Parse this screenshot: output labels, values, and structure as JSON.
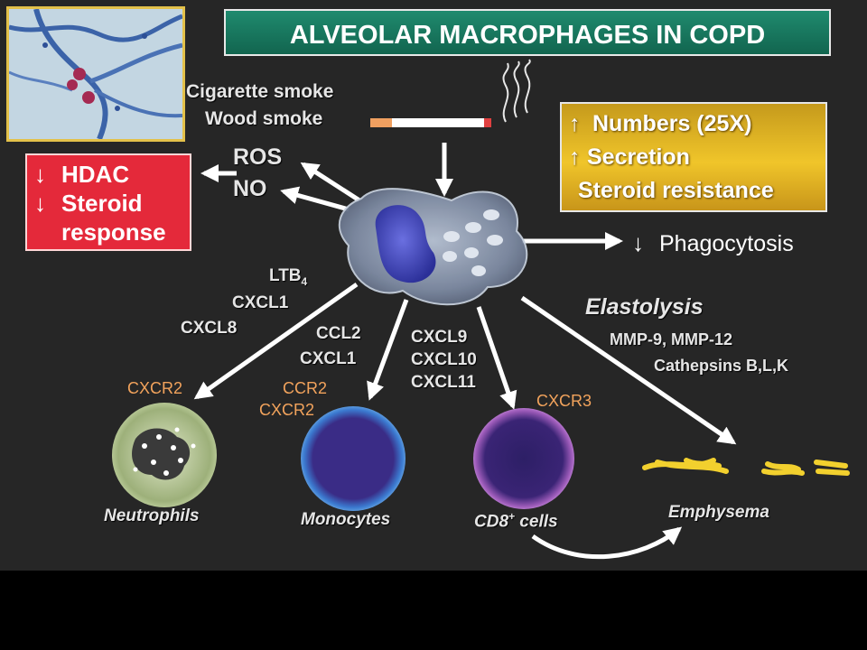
{
  "title": "ALVEOLAR MACROPHAGES IN COPD",
  "inputs": {
    "line1": "Cigarette smoke",
    "line2": "Wood smoke"
  },
  "mediators_left": {
    "ros": "ROS",
    "no": "NO"
  },
  "red_box": {
    "arrow": "↓",
    "line1": "HDAC",
    "line2": "Steroid",
    "line3": "response"
  },
  "gold_box": {
    "line1_arrow": "↑",
    "line1": "Numbers (25X)",
    "line2_arrow": "↑",
    "line2": "Secretion",
    "line3": "Steroid resistance"
  },
  "phagocytosis": {
    "arrow": "↓",
    "label": "Phagocytosis"
  },
  "chemokines_neutrophil": {
    "ltb": "LTB",
    "ltb_sub": "4",
    "cxcl1": "CXCL1",
    "cxcl8": "CXCL8"
  },
  "chemokines_monocyte": {
    "ccl2": "CCL2",
    "cxcl1": "CXCL1"
  },
  "chemokines_cd8": {
    "cxcl9": "CXCL9",
    "cxcl10": "CXCL10",
    "cxcl11": "CXCL11"
  },
  "elastolysis": {
    "title": "Elastolysis",
    "line1": "MMP-9, MMP-12",
    "line2": "Cathepsins B,L,K"
  },
  "receptors": {
    "neutrophil": "CXCR2",
    "monocyte_1": "CCR2",
    "monocyte_2": "CXCR2",
    "cd8": "CXCR3"
  },
  "cells": {
    "neutrophils": "Neutrophils",
    "monocytes": "Monocytes",
    "cd8_prefix": "CD8",
    "cd8_sup": "+",
    "cd8_suffix": " cells",
    "emphysema": "Emphysema"
  },
  "colors": {
    "title_bg": "#1a7a5e",
    "red_box": "#e4293a",
    "gold_box": "#f0c52a",
    "receptor_text": "#f2a35c",
    "emphysema_fibers": "#f2d02e"
  }
}
